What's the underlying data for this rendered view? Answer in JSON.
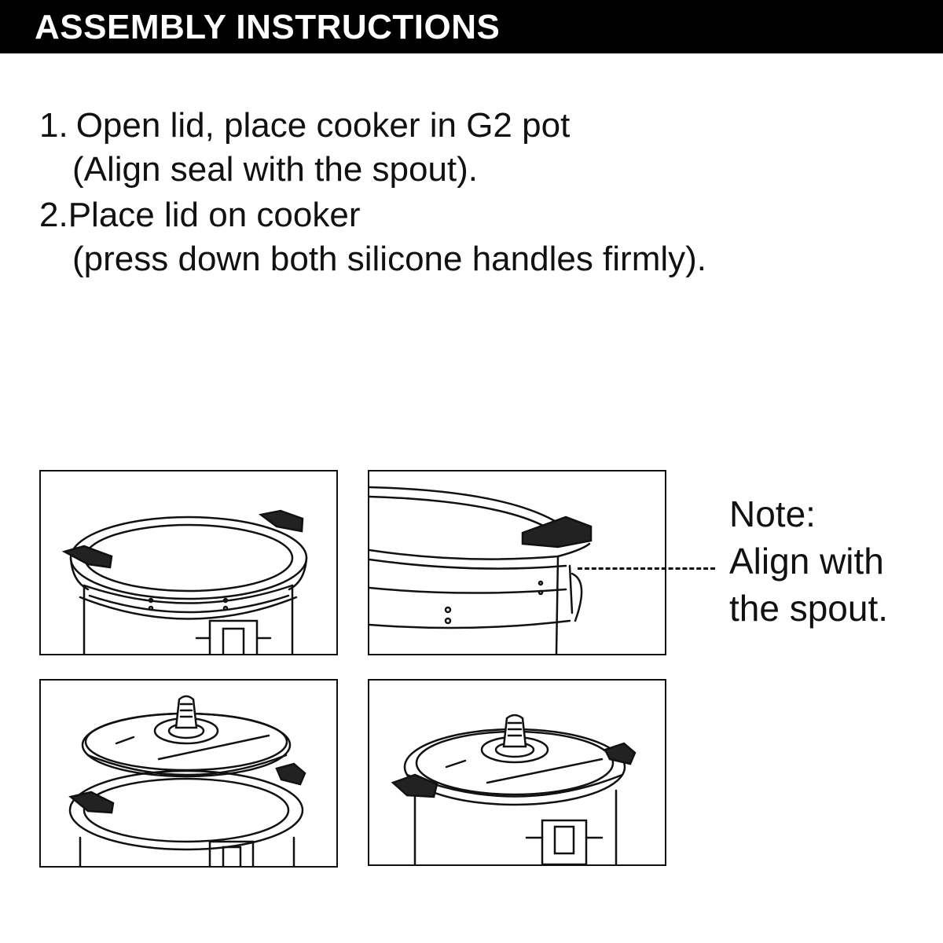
{
  "header": {
    "title": "ASSEMBLY INSTRUCTIONS"
  },
  "steps": [
    {
      "number": "1.",
      "text": "Open lid, place cooker in G2 pot",
      "detail": "(Align seal  with the spout)."
    },
    {
      "number": "2.",
      "text": "Place lid on cooker",
      "detail": "(press down both silicone handles firmly)."
    }
  ],
  "note": {
    "label": "Note:",
    "line1": "Align with",
    "line2": "the spout."
  },
  "panels": [
    {
      "name": "open-cooker-in-pot"
    },
    {
      "name": "seal-aligned-with-spout"
    },
    {
      "name": "lid-above-cooker"
    },
    {
      "name": "lid-on-cooker"
    }
  ]
}
